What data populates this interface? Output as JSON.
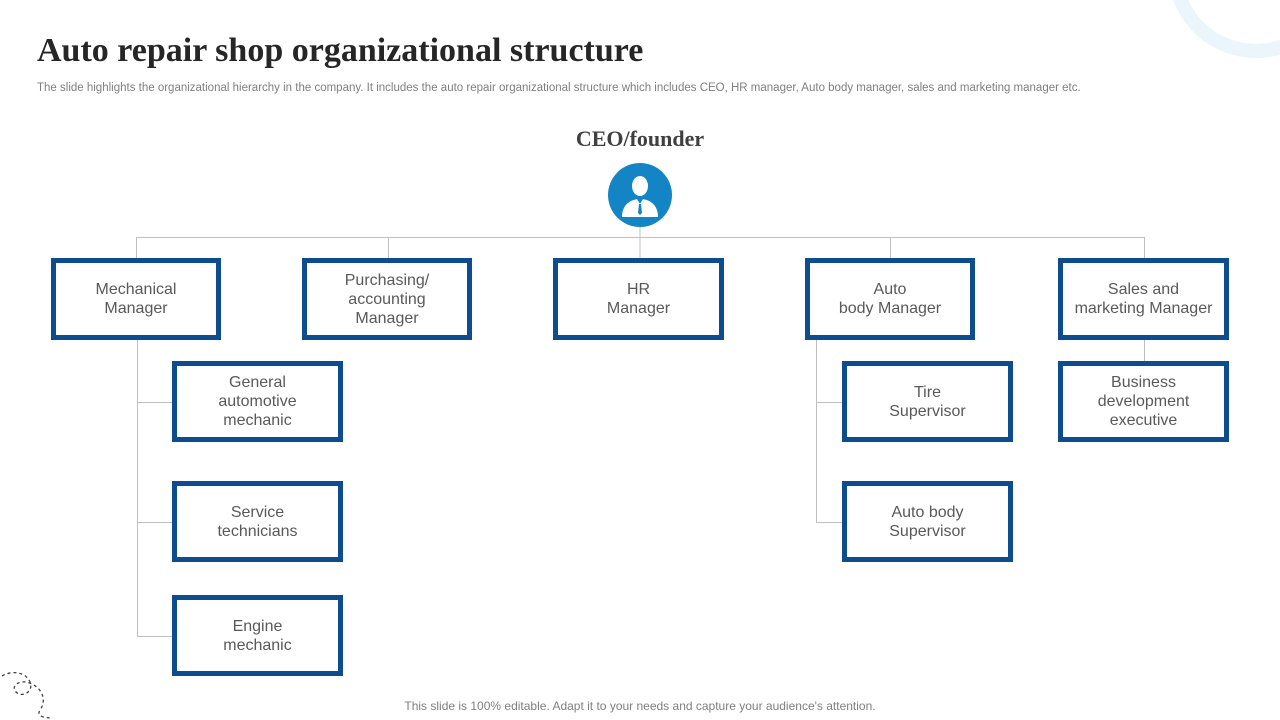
{
  "title": "Auto repair shop organizational structure",
  "subtitle": "The slide highlights the organizational hierarchy in the company. It includes the auto repair organizational structure which includes CEO, HR manager, Auto body manager, sales and marketing manager etc.",
  "ceo": {
    "label": "CEO/founder",
    "icon": "user-avatar-icon"
  },
  "managers": [
    {
      "label": "Mechanical\nManager"
    },
    {
      "label": "Purchasing/\naccounting\nManager"
    },
    {
      "label": "HR\nManager"
    },
    {
      "label": "Auto\nbody Manager"
    },
    {
      "label": "Sales and\nmarketing Manager"
    }
  ],
  "mechanical_reports": [
    {
      "label": "General\nautomotive mechanic"
    },
    {
      "label": "Service\ntechnicians"
    },
    {
      "label": "Engine\nmechanic"
    }
  ],
  "autobody_reports": [
    {
      "label": "Tire\nSupervisor"
    },
    {
      "label": "Auto body\nSupervisor"
    }
  ],
  "sales_reports": [
    {
      "label": "Business\ndevelopment\nexecutive"
    }
  ],
  "footer": "This slide is 100% editable. Adapt it to your needs and capture your audience's attention.",
  "colors": {
    "box_border": "#0d4c8f",
    "accent": "#1485c4",
    "connector": "#bfbfbf"
  }
}
